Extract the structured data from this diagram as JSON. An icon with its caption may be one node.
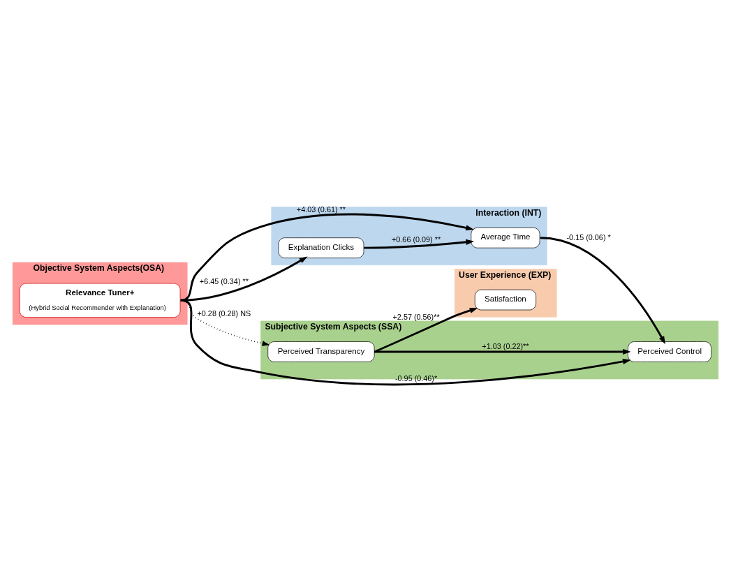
{
  "diagram": {
    "nodes": [
      {
        "text": [
          "Objective System Aspects(OSA)"
        ]
      },
      {
        "text": [
          "Relevance Tuner+",
          "(Hybrid Social Recommender with Explanation)"
        ],
        "in": 0
      },
      {
        "text": [
          "Interaction (INT)"
        ]
      },
      {
        "text": [
          "Explanation Clicks"
        ],
        "in": 2
      },
      {
        "text": [
          "Average Time"
        ],
        "in": 2
      },
      {
        "text": [
          "Subjective System Aspects (SSA)"
        ]
      },
      {
        "text": [
          "Perceived Control"
        ],
        "in": 5
      },
      {
        "text": [
          "Perceived Transparency"
        ],
        "in": 5
      },
      {
        "text": [
          "User Experience (EXP)"
        ]
      },
      {
        "text": [
          "Satisfaction"
        ],
        "in": 8
      }
    ],
    "edges": [
      {
        "from": 1,
        "to": 3,
        "arrow": "to",
        "label": "+6.45 (0.34) **"
      },
      {
        "from": 3,
        "to": 4,
        "arrow": "to",
        "label": "+0.66 (0.09) **"
      },
      {
        "from": 1,
        "to": 4,
        "arrow": "to",
        "label": "+4.03 (0.61) **"
      },
      {
        "from": 4,
        "to": 6,
        "arrow": "to",
        "label": "-0.15 (0.06) *"
      },
      {
        "from": 1,
        "to": 6,
        "arrow": "to",
        "label": "-0.95 (0.46)*"
      },
      {
        "from": 1,
        "to": 7,
        "arrow": "to",
        "label": "+0.28 (0.28) NS",
        "style": "dashed"
      },
      {
        "from": 7,
        "to": 6,
        "arrow": "to",
        "label": "+1.03 (0.22)**"
      },
      {
        "from": 7,
        "to": 9,
        "arrow": "to",
        "label": "+2.57 (0.56)**"
      }
    ]
  }
}
